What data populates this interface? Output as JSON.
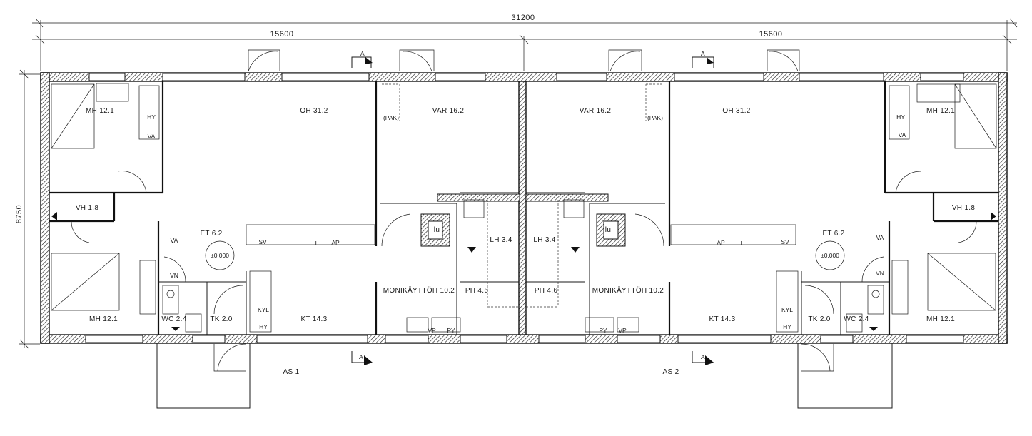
{
  "dimensions": {
    "total_width": "31200",
    "half_left": "15600",
    "half_right": "15600",
    "depth": "8750"
  },
  "apartments": [
    {
      "label": "AS 1"
    },
    {
      "label": "AS 2"
    }
  ],
  "rooms_left": {
    "mh_top": "MH 12.1",
    "mh_bottom": "MH 12.1",
    "oh": "OH 31.2",
    "var": "VAR 16.2",
    "vh": "VH 1.8",
    "et": "ET 6.2",
    "level": "±0.000",
    "kt": "KT 14.3",
    "wc": "WC 2.4",
    "tk": "TK 2.0",
    "lh": "LH 3.4",
    "ph": "PH 4.6",
    "monikaytto": "MONIKÄYTTÖH 10.2"
  },
  "rooms_right": {
    "mh_top": "MH 12.1",
    "mh_bottom": "MH 12.1",
    "oh": "OH 31.2",
    "var": "VAR 16.2",
    "vh": "VH 1.8",
    "et": "ET 6.2",
    "level": "±0.000",
    "kt": "KT 14.3",
    "wc": "WC 2.4",
    "tk": "TK 2.0",
    "lh": "LH 3.4",
    "ph": "PH 4.6",
    "monikaytto": "MONIKÄYTTÖH 10.2"
  },
  "fixtures_left": {
    "hy_top": "HY",
    "va_top": "VA",
    "pak": "(PAK)",
    "va_et": "VA",
    "vn": "VN",
    "sv": "SV",
    "l": "L",
    "ap": "AP",
    "kyl": "KYL",
    "hy_kt": "HY",
    "lu": "lu",
    "vp": "VP",
    "py": "PY"
  },
  "fixtures_right": {
    "hy_top": "HY",
    "va_top": "VA",
    "pak": "(PAK)",
    "va_et": "VA",
    "vn": "VN",
    "sv": "SV",
    "l": "L",
    "ap": "AP",
    "kyl": "KYL",
    "hy_kt": "HY",
    "lu": "lu",
    "vp": "VP",
    "py": "PY"
  },
  "section_markers": {
    "a1": "A",
    "a2": "A",
    "a3": "A",
    "a4": "A"
  }
}
